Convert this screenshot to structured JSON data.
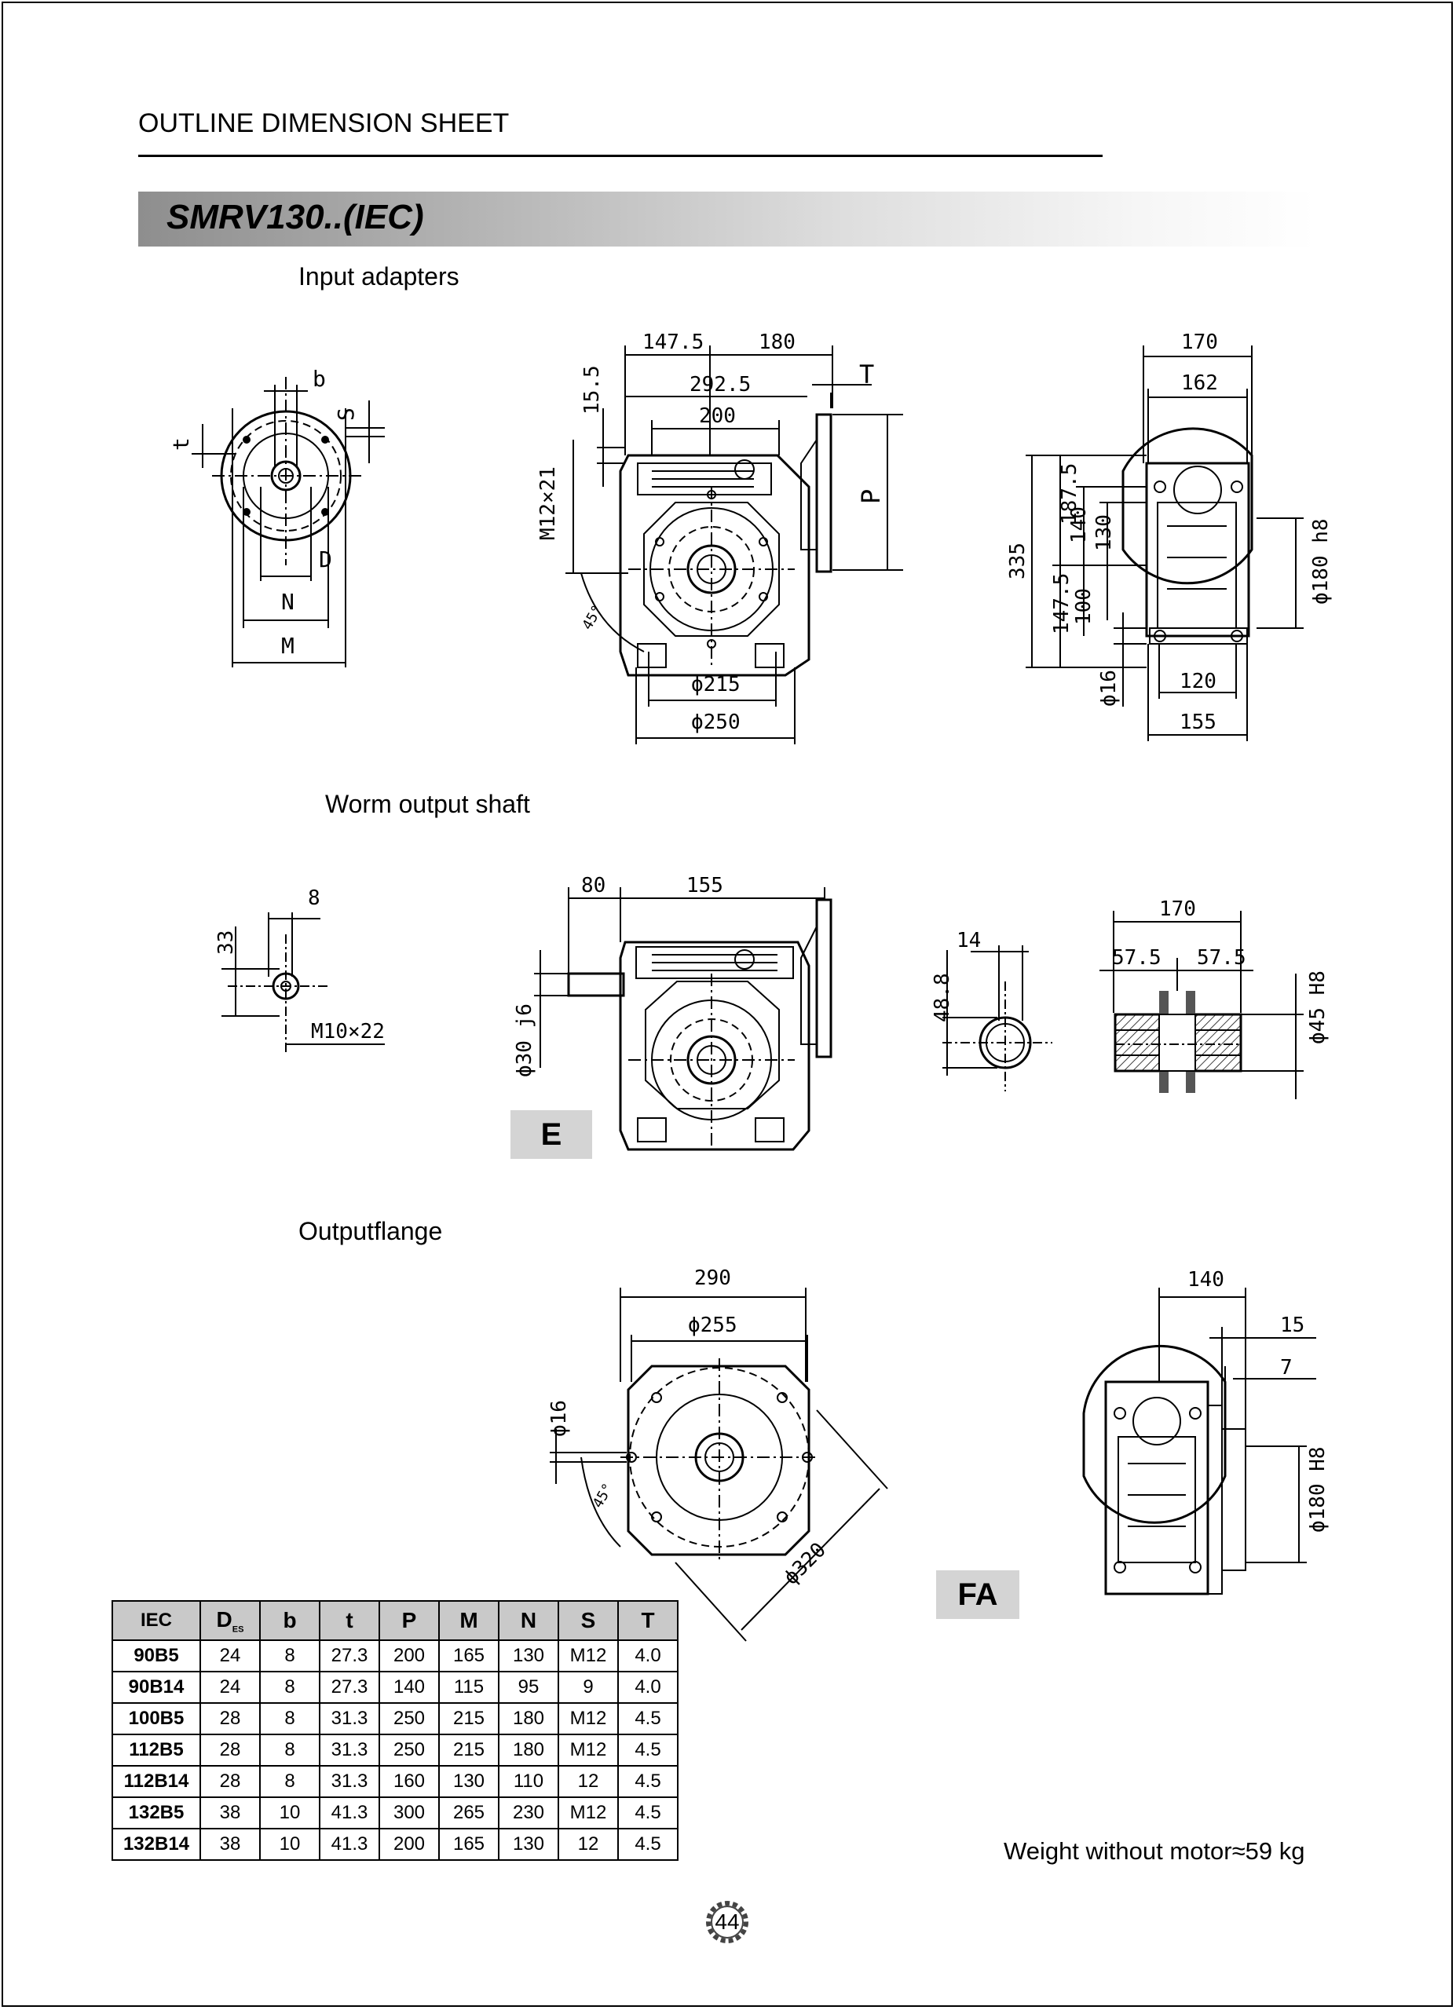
{
  "header": {
    "title": "OUTLINE DIMENSION SHEET"
  },
  "banner": {
    "model": "SMRV130..(IEC)"
  },
  "sections": {
    "input_adapters": "Input adapters",
    "worm_output_shaft": "Worm output shaft",
    "output_flange": "Outputflange"
  },
  "drawing_labels": {
    "adapter": {
      "b": "b",
      "S": "S",
      "t": "t",
      "D": "D",
      "N": "N",
      "M": "M"
    },
    "front": {
      "d1": "147.5",
      "d2": "180",
      "d3": "292.5",
      "d4": "200",
      "d5": "15.5",
      "T": "T",
      "P": "P",
      "m": "M12×21",
      "angle": "45°",
      "d6": "ϕ215",
      "d7": "ϕ250"
    },
    "side": {
      "d1": "170",
      "d2": "162",
      "d3": "187.5",
      "d4": "140",
      "d5": "130",
      "d6": "335",
      "d7": "147.5",
      "d8": "100",
      "d9": "ϕ180 h8",
      "d10": "ϕ16",
      "d11": "120",
      "d12": "155"
    },
    "shaft_end": {
      "d1": "8",
      "d2": "33",
      "d3": "M10×22"
    },
    "worm_front": {
      "d1": "80",
      "d2": "155",
      "d3": "ϕ30 j6"
    },
    "hollow": {
      "d1": "14",
      "d2": "48.8"
    },
    "hollow_side": {
      "d1": "170",
      "d2": "57.5",
      "d3": "57.5",
      "d4": "ϕ45 H8"
    },
    "flange_front": {
      "d1": "290",
      "d2": "ϕ255",
      "d3": "ϕ16",
      "d4": "45°",
      "d5": "ϕ320"
    },
    "flange_side": {
      "d1": "140",
      "d2": "15",
      "d3": "7",
      "d4": "ϕ180 H8"
    }
  },
  "tags": {
    "E": "E",
    "FA": "FA"
  },
  "table": {
    "headers": {
      "iec": "IEC",
      "d": "D",
      "d_sub": "ES",
      "b": "b",
      "t": "t",
      "P": "P",
      "M": "M",
      "N": "N",
      "S": "S",
      "T": "T"
    },
    "rows": [
      {
        "iec": "90B5",
        "d": "24",
        "b": "8",
        "t": "27.3",
        "P": "200",
        "M": "165",
        "N": "130",
        "S": "M12",
        "T": "4.0"
      },
      {
        "iec": "90B14",
        "d": "24",
        "b": "8",
        "t": "27.3",
        "P": "140",
        "M": "115",
        "N": "95",
        "S": "9",
        "T": "4.0"
      },
      {
        "iec": "100B5",
        "d": "28",
        "b": "8",
        "t": "31.3",
        "P": "250",
        "M": "215",
        "N": "180",
        "S": "M12",
        "T": "4.5"
      },
      {
        "iec": "112B5",
        "d": "28",
        "b": "8",
        "t": "31.3",
        "P": "250",
        "M": "215",
        "N": "180",
        "S": "M12",
        "T": "4.5"
      },
      {
        "iec": "112B14",
        "d": "28",
        "b": "8",
        "t": "31.3",
        "P": "160",
        "M": "130",
        "N": "110",
        "S": "12",
        "T": "4.5"
      },
      {
        "iec": "132B5",
        "d": "38",
        "b": "10",
        "t": "41.3",
        "P": "300",
        "M": "265",
        "N": "230",
        "S": "M12",
        "T": "4.5"
      },
      {
        "iec": "132B14",
        "d": "38",
        "b": "10",
        "t": "41.3",
        "P": "200",
        "M": "165",
        "N": "130",
        "S": "12",
        "T": "4.5"
      }
    ]
  },
  "footer": {
    "weight": "Weight without motor≈59 kg",
    "page_number": "44"
  }
}
